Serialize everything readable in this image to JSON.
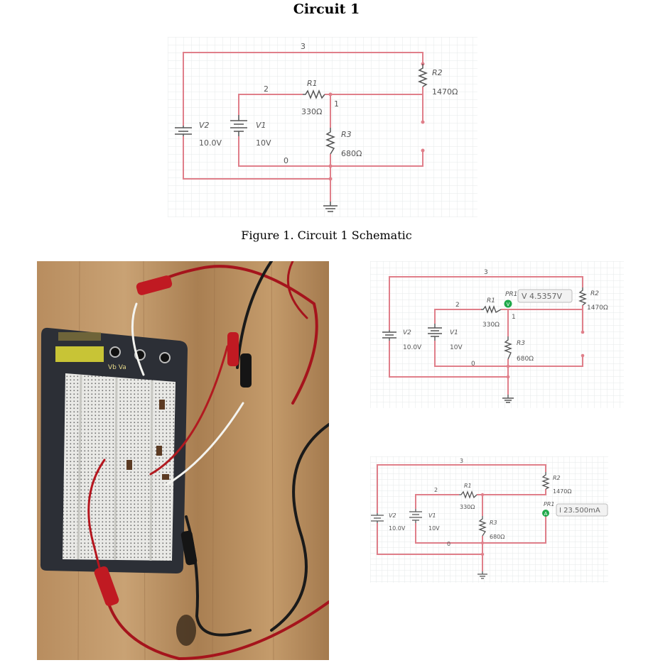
{
  "document": {
    "title": "Circuit 1",
    "caption": "Figure 1. Circuit 1 Schematic"
  },
  "schematic_main": {
    "nodes": [
      "3",
      "2",
      "1",
      "0"
    ],
    "r1": {
      "name": "R1",
      "value": "330Ω"
    },
    "r2": {
      "name": "R2",
      "value": "1470Ω"
    },
    "r3": {
      "name": "R3",
      "value": "680Ω"
    },
    "v1": {
      "name": "V1",
      "value": "10V"
    },
    "v2": {
      "name": "V2",
      "value": "10.0V"
    }
  },
  "schematic_voltage": {
    "nodes": [
      "3",
      "2",
      "1",
      "0"
    ],
    "r1": {
      "name": "R1",
      "value": "330Ω"
    },
    "r2": {
      "name": "R2",
      "value": "1470Ω"
    },
    "r3": {
      "name": "R3",
      "value": "680Ω"
    },
    "v1": {
      "name": "V1",
      "value": "10V"
    },
    "v2": {
      "name": "V2",
      "value": "10.0V"
    },
    "probe": {
      "name": "PR1",
      "reading": "V 4.5357V",
      "badge": "V"
    }
  },
  "schematic_current": {
    "nodes": [
      "3",
      "2",
      "0"
    ],
    "r1": {
      "name": "R1",
      "value": "330Ω"
    },
    "r2": {
      "name": "R2",
      "value": "1470Ω"
    },
    "r3": {
      "name": "R3",
      "value": "680Ω"
    },
    "v1": {
      "name": "V1",
      "value": "10V"
    },
    "v2": {
      "name": "V2",
      "value": "10.0V"
    },
    "probe": {
      "name": "PR1",
      "reading": "I 23.500mA",
      "badge": "A"
    }
  },
  "photo": {
    "board_label": "Vb Va",
    "colors": {
      "wood": "#b58a5c",
      "board": "#2c2f36",
      "red_wire": "#a5141c",
      "black_wire": "#1a1a1a"
    }
  },
  "colors": {
    "wire": "#e07f8a",
    "grid": "#eef0f2",
    "component": "#555555",
    "probe": "#1fa84a"
  }
}
